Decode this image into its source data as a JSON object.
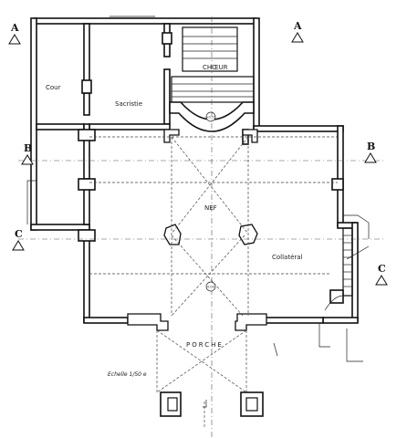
{
  "rooms": {
    "cour": "Cour",
    "sacristie": "Sacristie",
    "choeur": "CHŒUR",
    "nef": "NEF",
    "collateral": "Collatéral",
    "porche": "PORCHE"
  },
  "section_marks": {
    "a_left": "A",
    "a_right": "A",
    "b_left": "B",
    "b_right": "B",
    "c_left": "C",
    "c_right": "C"
  },
  "scale_label": "Echelle 1/50 e",
  "level_marks": {
    "choeur": "+0.15",
    "nef": "0.00"
  },
  "colors": {
    "wall_stroke": "#111111",
    "paper": "#ffffff",
    "dashed_lines": "#444444"
  }
}
